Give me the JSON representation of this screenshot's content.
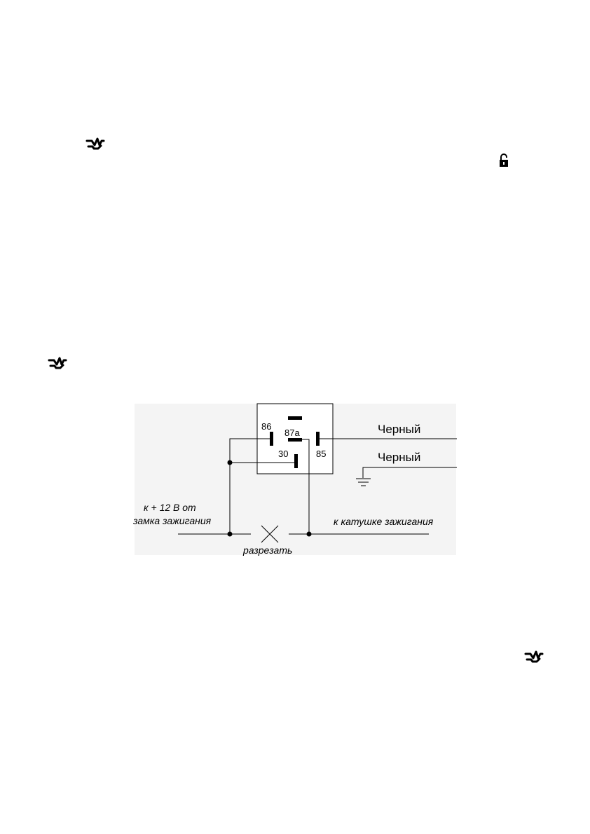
{
  "icons": {
    "top_left": "immobilizer-icon",
    "top_right": "unlock-icon",
    "mid_left": "immobilizer-icon",
    "bottom_right": "immobilizer-icon"
  },
  "diagram": {
    "pins": {
      "p86": "86",
      "p87a": "87a",
      "p85": "85",
      "p30": "30"
    },
    "wire_top": "Черный",
    "wire_bottom": "Черный",
    "source_line1": "к + 12 В от",
    "source_line2": "замка зажигания",
    "coil": "к катушке зажигания",
    "cut": "разрезать"
  }
}
